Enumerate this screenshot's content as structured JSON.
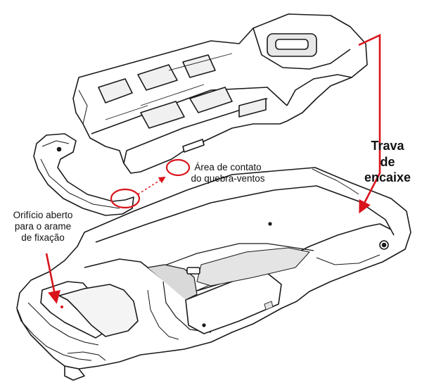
{
  "labels": {
    "contact_area": [
      "Área de contato",
      "do quebra-ventos"
    ],
    "open_hole": [
      "Orifício aberto",
      "para o arame",
      "de fixação"
    ],
    "snap_lock": [
      "Trava",
      "de",
      "encaixe"
    ]
  },
  "colors": {
    "callout": "#d9141b",
    "ink": "#1a1a1a",
    "shade": "#d9d9d9"
  }
}
